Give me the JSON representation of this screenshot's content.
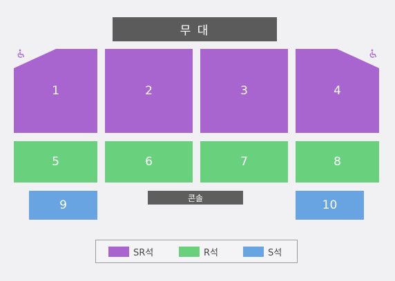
{
  "stage": {
    "label": "무 대"
  },
  "console": {
    "label": "콘솔"
  },
  "colors": {
    "sr": "#a965cf",
    "r": "#69d17d",
    "s": "#67a4e1",
    "stage": "#5b5b5b",
    "accessible": "#a965cf"
  },
  "sections": [
    {
      "label": "1",
      "grade": "sr"
    },
    {
      "label": "2",
      "grade": "sr"
    },
    {
      "label": "3",
      "grade": "sr"
    },
    {
      "label": "4",
      "grade": "sr"
    },
    {
      "label": "5",
      "grade": "r"
    },
    {
      "label": "6",
      "grade": "r"
    },
    {
      "label": "7",
      "grade": "r"
    },
    {
      "label": "8",
      "grade": "r"
    },
    {
      "label": "9",
      "grade": "s"
    },
    {
      "label": "10",
      "grade": "s"
    }
  ],
  "accessible_icons": [
    "wheelchair-icon",
    "wheelchair-icon"
  ],
  "legend": [
    {
      "label": "SR석",
      "grade": "sr"
    },
    {
      "label": "R석",
      "grade": "r"
    },
    {
      "label": "S석",
      "grade": "s"
    }
  ]
}
